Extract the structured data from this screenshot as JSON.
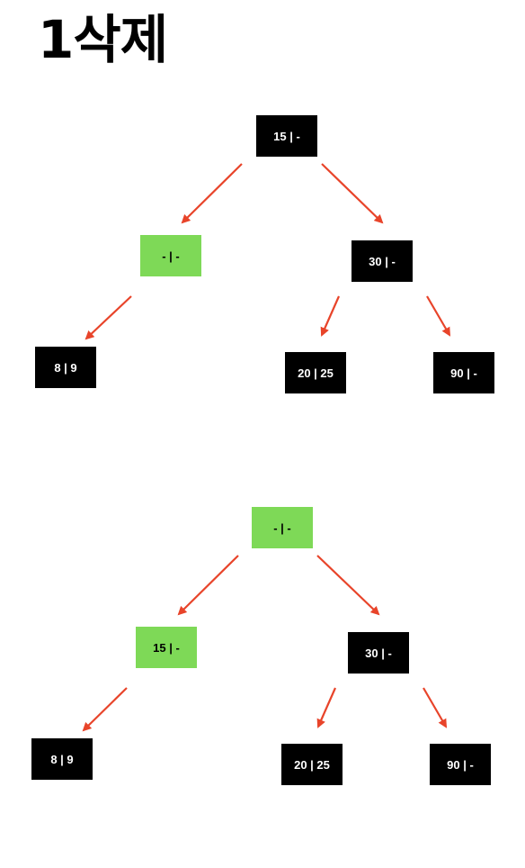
{
  "title": "1삭제",
  "colors": {
    "node_black": "#000000",
    "node_green": "#7ED957",
    "text_on_black": "#ffffff",
    "text_on_green": "#000000",
    "arrow": "#E8442A"
  },
  "trees": [
    {
      "nodes": [
        {
          "id": "root",
          "label": "15 |  -",
          "color": "black"
        },
        {
          "id": "left",
          "label": "- | -",
          "color": "green"
        },
        {
          "id": "right",
          "label": "30 |  -",
          "color": "black"
        },
        {
          "id": "left-left",
          "label": "8 | 9",
          "color": "black"
        },
        {
          "id": "right-left",
          "label": "20 | 25",
          "color": "black"
        },
        {
          "id": "right-right",
          "label": "90 | -",
          "color": "black"
        }
      ],
      "edges": [
        [
          "root",
          "left"
        ],
        [
          "root",
          "right"
        ],
        [
          "left",
          "left-left"
        ],
        [
          "right",
          "right-left"
        ],
        [
          "right",
          "right-right"
        ]
      ]
    },
    {
      "nodes": [
        {
          "id": "root",
          "label": "- | -",
          "color": "green"
        },
        {
          "id": "left",
          "label": "15 | -",
          "color": "green"
        },
        {
          "id": "right",
          "label": "30 |  -",
          "color": "black"
        },
        {
          "id": "left-left",
          "label": "8 | 9",
          "color": "black"
        },
        {
          "id": "right-left",
          "label": "20 | 25",
          "color": "black"
        },
        {
          "id": "right-right",
          "label": "90 | -",
          "color": "black"
        }
      ],
      "edges": [
        [
          "root",
          "left"
        ],
        [
          "root",
          "right"
        ],
        [
          "left",
          "left-left"
        ],
        [
          "right",
          "right-left"
        ],
        [
          "right",
          "right-right"
        ]
      ]
    }
  ]
}
